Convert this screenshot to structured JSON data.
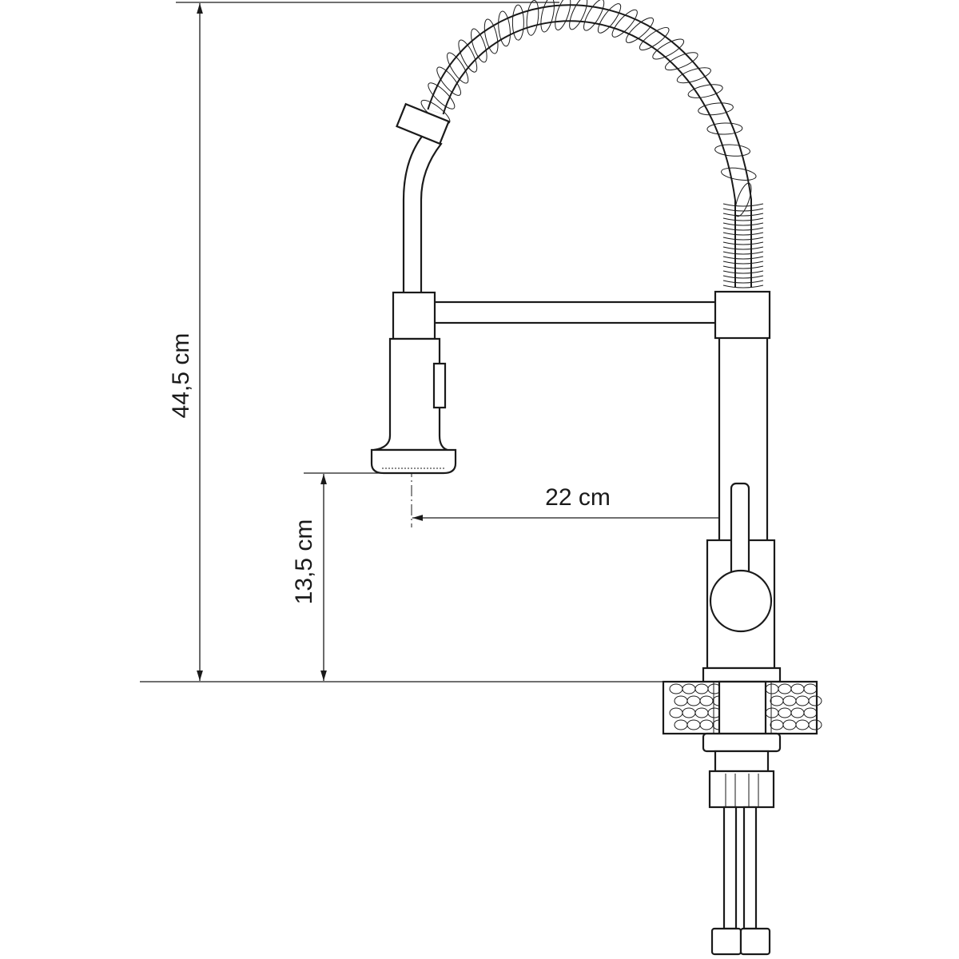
{
  "dimensions": {
    "total_height": "44,5 cm",
    "spout_height": "13,5 cm",
    "reach": "22 cm"
  },
  "colors": {
    "line": "#1a1a1a",
    "background": "#ffffff"
  }
}
